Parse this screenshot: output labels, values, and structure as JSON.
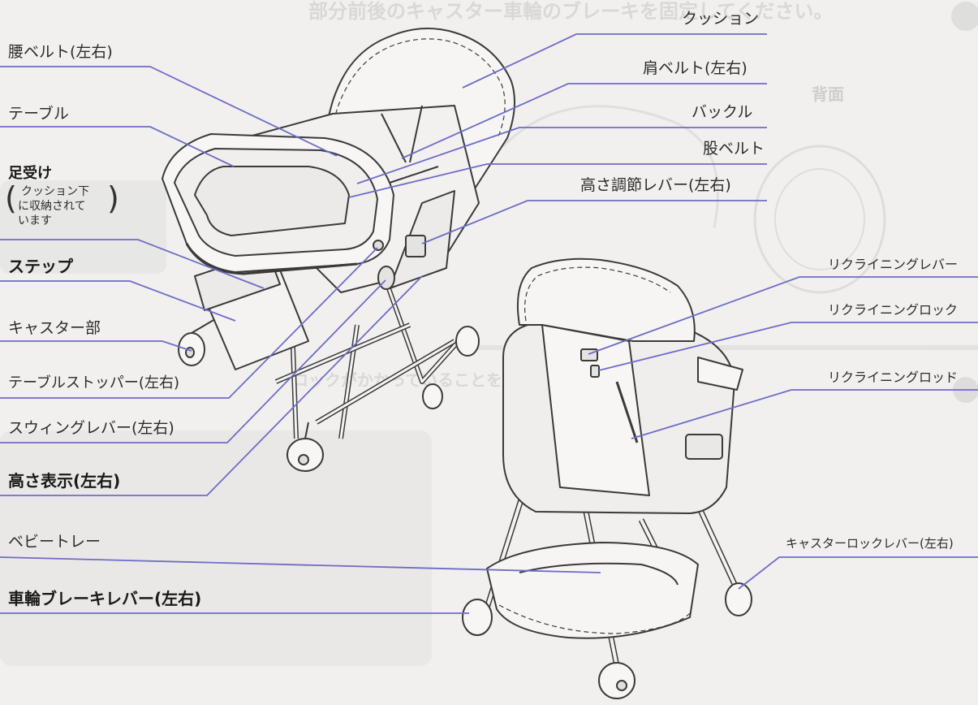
{
  "colors": {
    "background": "#f1f0ef",
    "leader_line": "#6f6cc7",
    "callout_underline": "#6f6cc7",
    "outline": "#3a3a3a",
    "panel": "#e6e5e3"
  },
  "labels_left": [
    {
      "id": "waist-belt",
      "text": "腰ベルト(左右)"
    },
    {
      "id": "table",
      "text": "テーブル"
    },
    {
      "id": "footrest",
      "text": "足受け",
      "note": [
        "クッション下",
        "に収納されて",
        "います"
      ]
    },
    {
      "id": "step",
      "text": "ステップ"
    },
    {
      "id": "caster",
      "text": "キャスター部"
    },
    {
      "id": "table-stopper",
      "text": "テーブルストッパー(左右)"
    },
    {
      "id": "swing-lever",
      "text": "スウィングレバー(左右)"
    },
    {
      "id": "height-indicator",
      "text": "高さ表示(左右)"
    },
    {
      "id": "baby-tray",
      "text": "ベビートレー"
    },
    {
      "id": "wheel-brake-lever",
      "text": "車輪ブレーキレバー(左右)"
    }
  ],
  "labels_right": [
    {
      "id": "cushion",
      "text": "クッション"
    },
    {
      "id": "shoulder-belt",
      "text": "肩ベルト(左右)"
    },
    {
      "id": "buckle",
      "text": "バックル"
    },
    {
      "id": "crotch-belt",
      "text": "股ベルト"
    },
    {
      "id": "height-adjust-lever",
      "text": "高さ調節レバー(左右)"
    },
    {
      "id": "recline-lever",
      "text": "リクライニングレバー"
    },
    {
      "id": "recline-lock",
      "text": "リクライニングロック"
    },
    {
      "id": "recline-rod",
      "text": "リクライニングロッド"
    },
    {
      "id": "caster-lock-lever",
      "text": "キャスターロックレバー(左右)"
    }
  ],
  "background_fragments": {
    "top_banner": "部分前後のキャスター車輪のブレーキを固定してください。",
    "mid_banner": "ロックがかかっていることを確認してください。",
    "rear_label": "背面"
  }
}
